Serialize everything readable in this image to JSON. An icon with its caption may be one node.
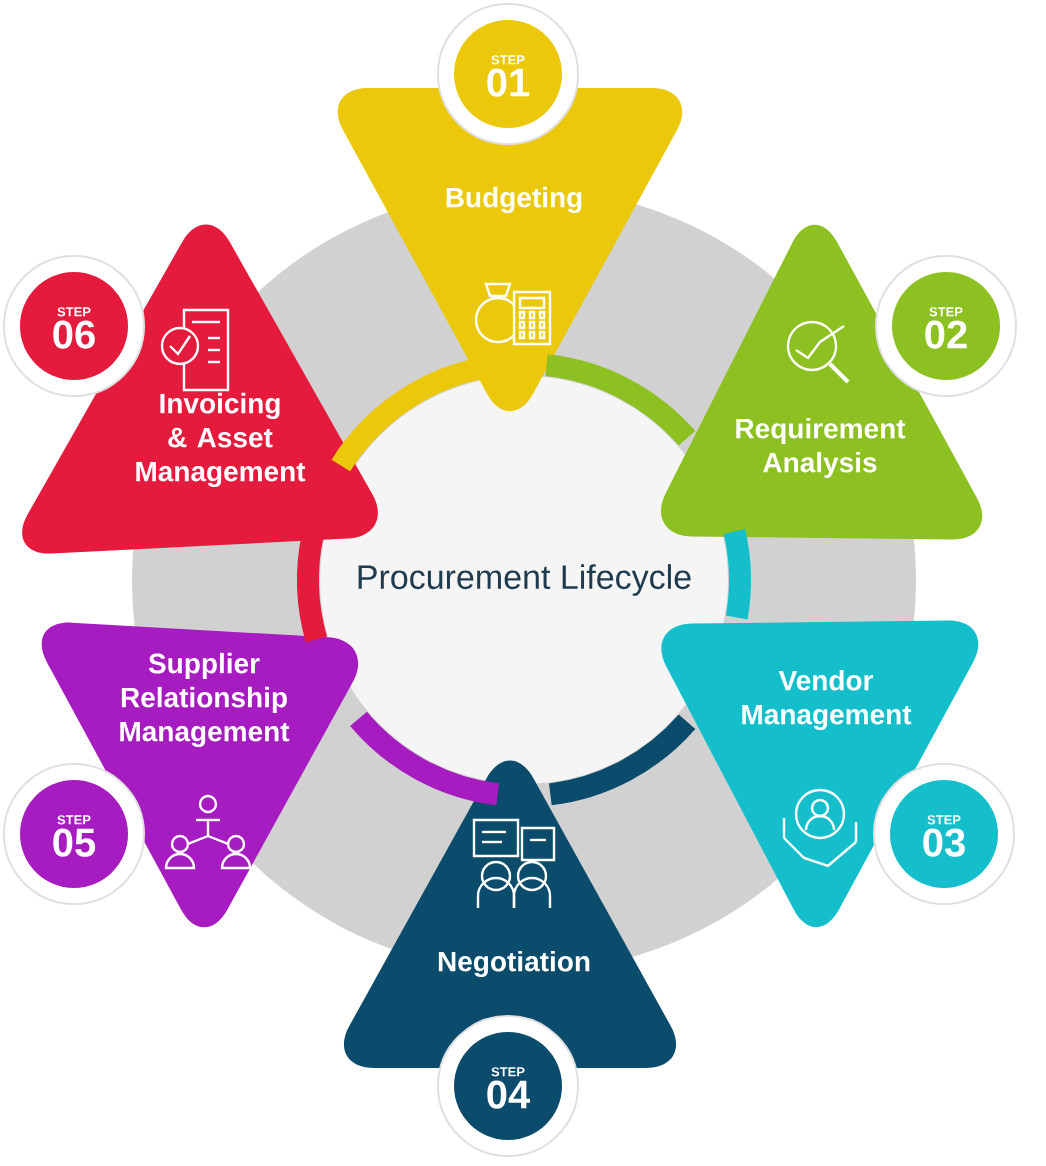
{
  "diagram": {
    "nodes": [
      {
        "text": [
          "Procurement Lifecycle"
        ]
      },
      {
        "text": [
          "Budgeting"
        ]
      },
      {
        "text": [
          "STEP",
          "01"
        ]
      },
      {
        "text": [
          "Requirement Analysis"
        ]
      },
      {
        "text": [
          "STEP",
          "02"
        ]
      },
      {
        "text": [
          "Vendor Management"
        ]
      },
      {
        "text": [
          "STEP",
          "03"
        ]
      },
      {
        "text": [
          "Negotiation"
        ]
      },
      {
        "text": [
          "STEP",
          "04"
        ]
      },
      {
        "text": [
          "Supplier Relationship Management"
        ]
      },
      {
        "text": [
          "STEP",
          "05"
        ]
      },
      {
        "text": [
          "Invoicing & Asset Management"
        ]
      },
      {
        "text": [
          "STEP",
          "06"
        ]
      }
    ],
    "edges": [
      {
        "from": 1,
        "to": 11,
        "arrow": "none",
        "color": "#ebc80a"
      },
      {
        "from": 3,
        "to": 1,
        "arrow": "none",
        "color": "#8dc021"
      },
      {
        "from": 5,
        "to": 3,
        "arrow": "none",
        "color": "#14bfcb"
      },
      {
        "from": 7,
        "to": 5,
        "arrow": "none",
        "color": "#0b4b6b"
      },
      {
        "from": 9,
        "to": 7,
        "arrow": "none",
        "color": "#a61cc0"
      },
      {
        "from": 11,
        "to": 9,
        "arrow": "none",
        "color": "#e41b3c"
      }
    ]
  }
}
